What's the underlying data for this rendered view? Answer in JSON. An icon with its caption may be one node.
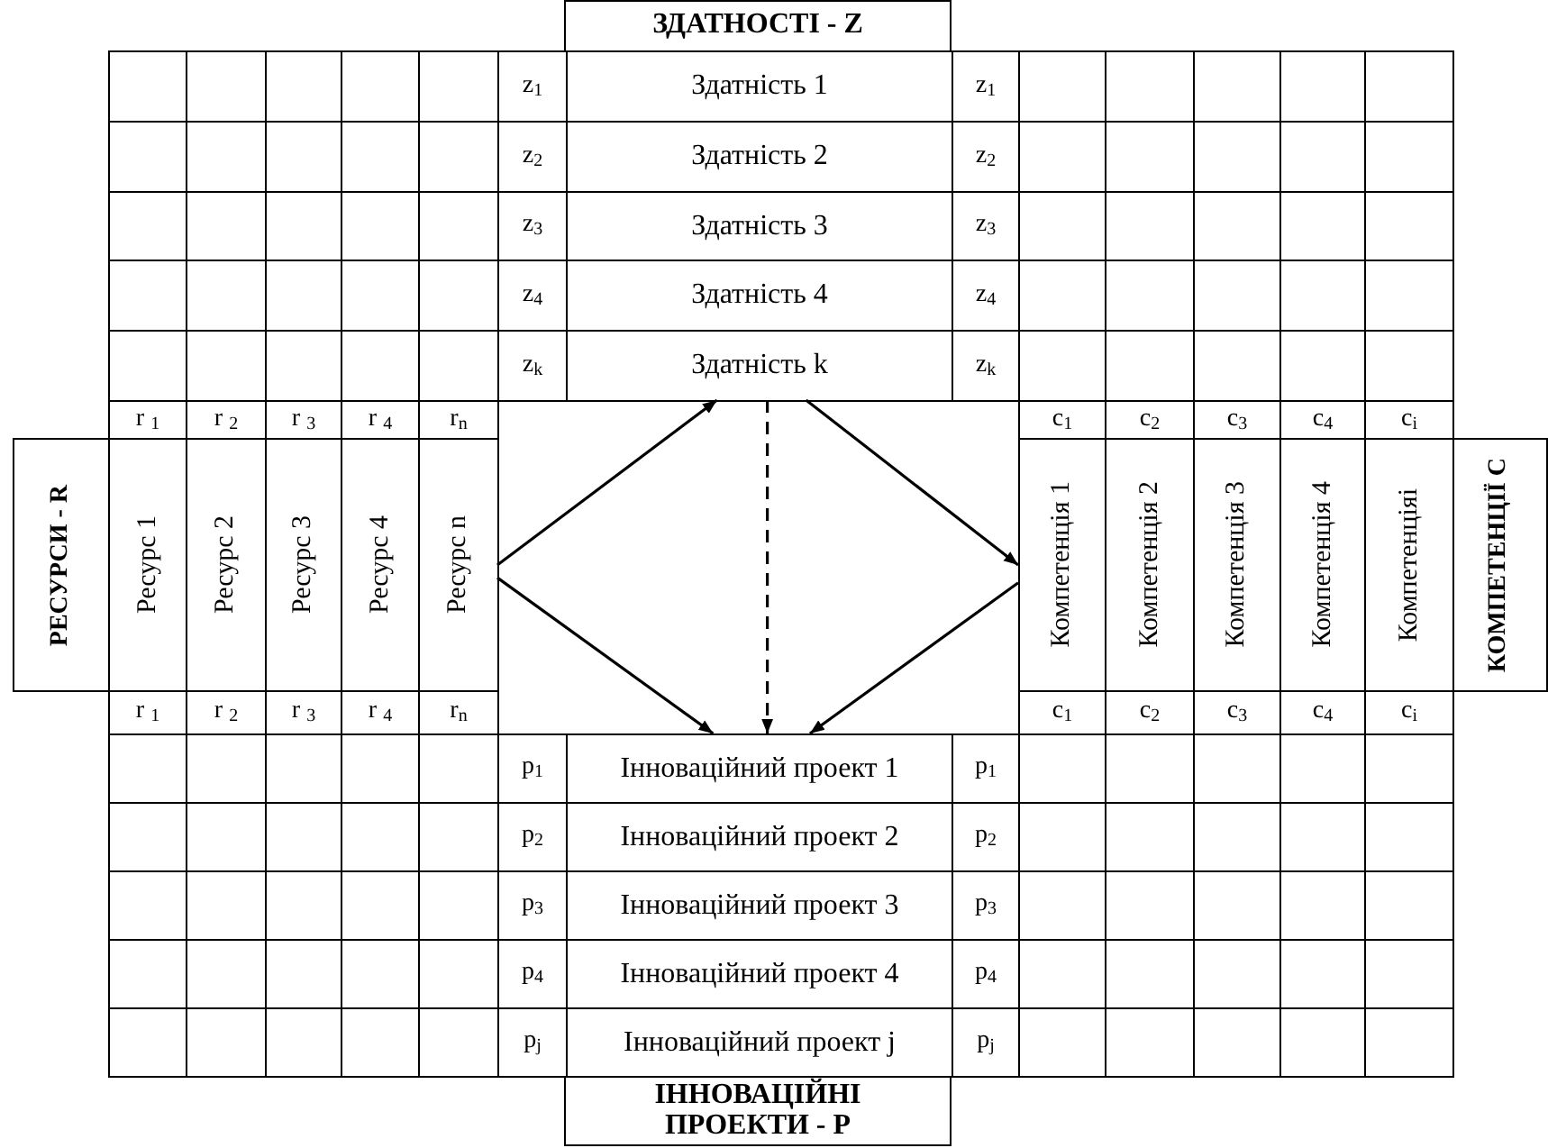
{
  "diagram": {
    "nodes": [
      {
        "text": [
          "ЗДАТНОСТІ - Z"
        ]
      },
      {
        "text": [
          "Здатність 1"
        ],
        "beside": [
          "z$_{1}$",
          "z$_{1}$"
        ]
      },
      {
        "text": [
          "Здатність 2"
        ],
        "beside": [
          "z$_{2}$",
          "z$_{2}$"
        ]
      },
      {
        "text": [
          "Здатність 3"
        ],
        "beside": [
          "z$_{3}$",
          "z$_{3}$"
        ]
      },
      {
        "text": [
          "Здатність 4"
        ],
        "beside": [
          "z$_{4}$",
          "z$_{4}$"
        ]
      },
      {
        "text": [
          "Здатність k"
        ],
        "beside": [
          "z$_{k}$",
          "z$_{k}$"
        ]
      },
      {
        "text": [
          "РЕСУРСИ - R"
        ]
      },
      {
        "text": [
          "Ресурс 1"
        ],
        "beside": [
          "r $_{1}$",
          "r $_{1}$"
        ]
      },
      {
        "text": [
          "Ресурс 2"
        ],
        "beside": [
          "r $_{2}$",
          "r $_{2}$"
        ]
      },
      {
        "text": [
          "Ресурс 3"
        ],
        "beside": [
          "r $_{3}$",
          "r $_{3}$"
        ]
      },
      {
        "text": [
          "Ресурс 4"
        ],
        "beside": [
          "r $_{4}$",
          "r $_{4}$"
        ]
      },
      {
        "text": [
          "Ресурс n"
        ],
        "beside": [
          "r$_{n}$",
          "r$_{n}$"
        ]
      },
      {
        "text": [
          "Компетенція 1"
        ],
        "beside": [
          "c$_{1}$",
          "c$_{1}$"
        ]
      },
      {
        "text": [
          "Компетенція 2"
        ],
        "beside": [
          "c$_{2}$",
          "c$_{2}$"
        ]
      },
      {
        "text": [
          "Компетенція 3"
        ],
        "beside": [
          "c$_{3}$",
          "c$_{3}$"
        ]
      },
      {
        "text": [
          "Компетенція 4"
        ],
        "beside": [
          "c$_{4}$",
          "c$_{4}$"
        ]
      },
      {
        "text": [
          "Компетенціяі"
        ],
        "beside": [
          "c$_{i}$",
          "c$_{i}$"
        ]
      },
      {
        "text": [
          "КОМПЕТЕНЦІЇ C"
        ]
      },
      {
        "text": [
          "Інноваційний проект 1"
        ],
        "beside": [
          "p$_{1}$",
          "p$_{1}$"
        ]
      },
      {
        "text": [
          "Інноваційний проект 2"
        ],
        "beside": [
          "p$_{2}$",
          "p$_{2}$"
        ]
      },
      {
        "text": [
          "Інноваційний проект 3"
        ],
        "beside": [
          "p$_{3}$",
          "p$_{3}$"
        ]
      },
      {
        "text": [
          "Інноваційний проект 4"
        ],
        "beside": [
          "p$_{4}$",
          "p$_{4}$"
        ]
      },
      {
        "text": [
          "Інноваційний проект j"
        ],
        "beside": [
          "p$_{j}$",
          "p$_{j}$"
        ]
      },
      {
        "text": [
          "ІННОВАЦІЙНІ ПРОЕКТИ - P"
        ]
      }
    ],
    "edges": [
      {
        "from": 11,
        "to": 5,
        "arrow": "to"
      },
      {
        "from": 11,
        "to": 18,
        "arrow": "to"
      },
      {
        "from": 5,
        "to": 12,
        "arrow": "to"
      },
      {
        "from": 12,
        "to": 18,
        "arrow": "to"
      },
      {
        "from": 5,
        "to": 18,
        "arrow": "to",
        "style": "dashed"
      }
    ]
  }
}
